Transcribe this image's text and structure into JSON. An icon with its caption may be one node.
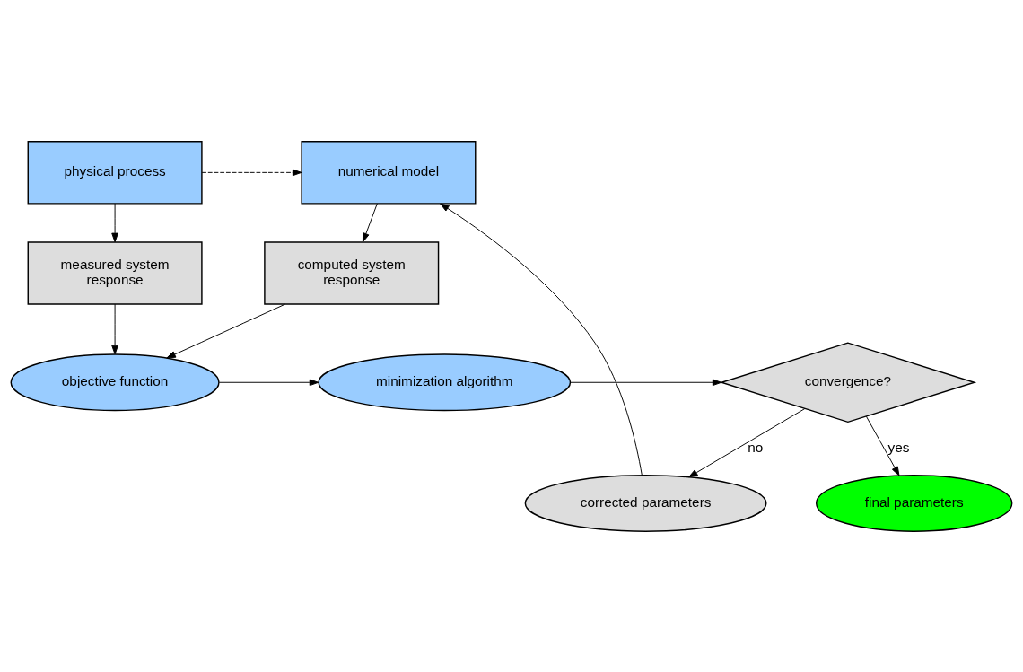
{
  "diagram": {
    "nodes": [
      {
        "text": [
          "physical process"
        ]
      },
      {
        "text": [
          "numerical model"
        ]
      },
      {
        "text": [
          "measured system response"
        ]
      },
      {
        "text": [
          "computed system response"
        ]
      },
      {
        "text": [
          "objective function"
        ]
      },
      {
        "text": [
          "minimization algorithm"
        ]
      },
      {
        "text": [
          "convergence?"
        ]
      },
      {
        "text": [
          "corrected parameters"
        ]
      },
      {
        "text": [
          "final parameters"
        ]
      }
    ],
    "edges": [
      {
        "from": 0,
        "to": 1,
        "arrow": "to",
        "style": "dashed"
      },
      {
        "from": 0,
        "to": 2,
        "arrow": "to"
      },
      {
        "from": 1,
        "to": 3,
        "arrow": "to"
      },
      {
        "from": 2,
        "to": 4,
        "arrow": "to"
      },
      {
        "from": 3,
        "to": 4,
        "arrow": "to"
      },
      {
        "from": 4,
        "to": 5,
        "arrow": "to"
      },
      {
        "from": 5,
        "to": 6,
        "arrow": "to"
      },
      {
        "from": 6,
        "to": 7,
        "label": "no",
        "arrow": "to"
      },
      {
        "from": 7,
        "to": 1,
        "arrow": "to"
      },
      {
        "from": 6,
        "to": 8,
        "label": "yes",
        "arrow": "to"
      }
    ]
  }
}
